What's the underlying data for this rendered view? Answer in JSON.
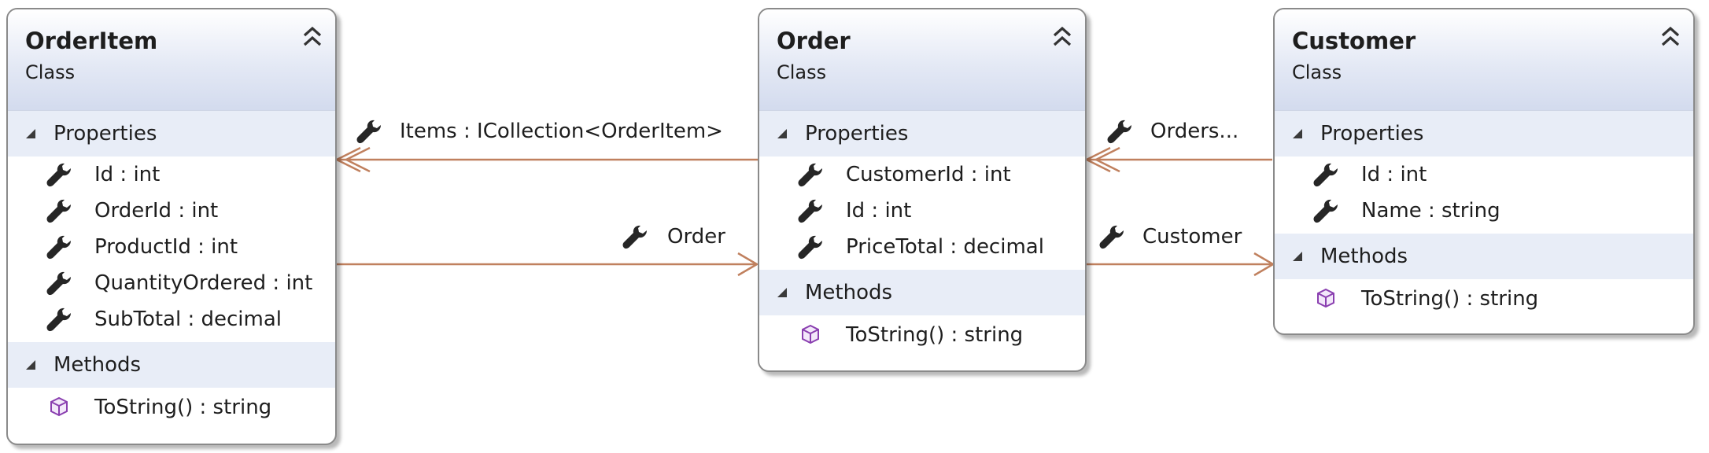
{
  "colors": {
    "connector": "#c0805e",
    "wrench": "#262626",
    "method_icon": "#8a3fb0",
    "header": "#d3dbee"
  },
  "classes": [
    {
      "name": "OrderItem",
      "kind": "Class",
      "properties_label": "Properties",
      "properties": [
        "Id : int",
        "OrderId : int",
        "ProductId : int",
        "QuantityOrdered : int",
        "SubTotal : decimal"
      ],
      "methods_label": "Methods",
      "methods": [
        "ToString() : string"
      ]
    },
    {
      "name": "Order",
      "kind": "Class",
      "properties_label": "Properties",
      "properties": [
        "CustomerId : int",
        "Id : int",
        "PriceTotal : decimal"
      ],
      "methods_label": "Methods",
      "methods": [
        "ToString() : string"
      ]
    },
    {
      "name": "Customer",
      "kind": "Class",
      "properties_label": "Properties",
      "properties": [
        "Id : int",
        "Name : string"
      ],
      "methods_label": "Methods",
      "methods": [
        "ToString() : string"
      ]
    }
  ],
  "associations": [
    {
      "label": "Items : ICollection<OrderItem>",
      "icon": "wrench-icon"
    },
    {
      "label": "Order",
      "icon": "wrench-icon"
    },
    {
      "label": "Orders...",
      "icon": "wrench-icon"
    },
    {
      "label": "Customer",
      "icon": "wrench-icon"
    }
  ]
}
